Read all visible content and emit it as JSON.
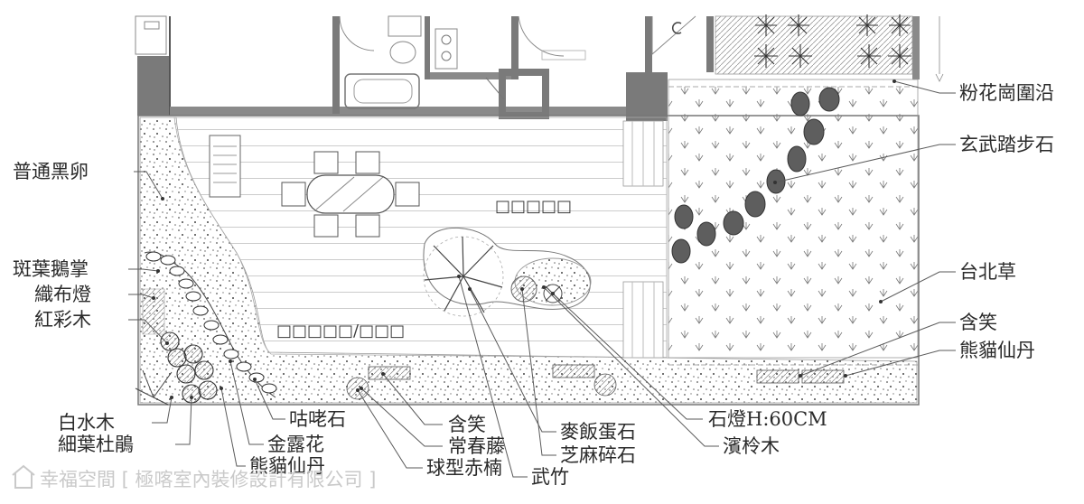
{
  "labels_left": {
    "black_pebble": "普通黑卵",
    "variegated_schefflera": "斑葉鵝掌",
    "fabric_lamp": "織布燈",
    "red_wood": "紅彩木",
    "white_water_wood": "白水木",
    "azalea": "細葉杜鵑"
  },
  "labels_bottom": {
    "gulu_stone": "咕咾石",
    "duranta": "金露花",
    "ixora_1": "熊貓仙丹",
    "banana_shrub_1": "含笑",
    "ivy": "常春藤",
    "ball_tree": "球型赤楠",
    "maifan_stone": "麥飯蛋石",
    "sesame_gravel": "芝麻碎石",
    "bamboo": "武竹",
    "stone_lamp": "石燈H:60CM",
    "coastal_tree": "濱柃木"
  },
  "labels_right": {
    "edging": "粉花崗圍沿",
    "stepping_stone": "玄武踏步石",
    "taipei_grass": "台北草",
    "banana_shrub_2": "含笑",
    "ixora_2": "熊貓仙丹"
  },
  "inner_text": {
    "upper_deck": "□□□□□",
    "lower_deck": "□□□□□/□□□"
  },
  "watermark": "幸福空間 [ 極喀室內裝修設計有限公司 ]"
}
